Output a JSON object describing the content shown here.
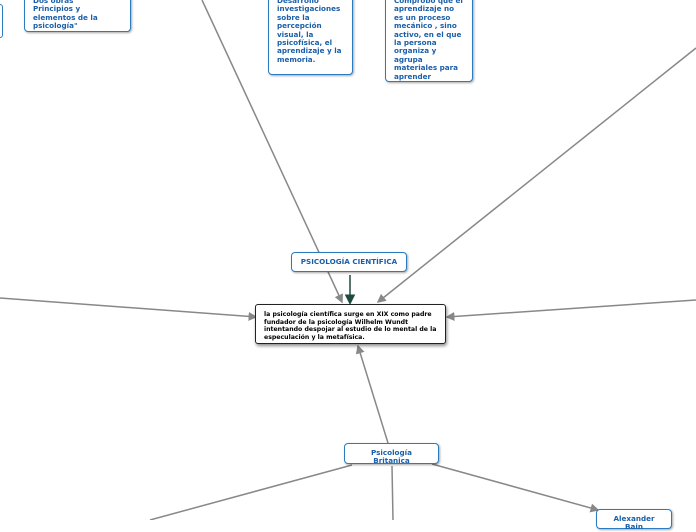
{
  "central": {
    "text": "la psicología científica surge en XIX como padre fundador de la psicología  Wilhelm Wundt intentando despojar al estudio de lo mental de la especulación y la metafísica."
  },
  "topics": {
    "psicologia_cientifica": "PSICOLOGÍA CIENTÍFICA",
    "psicologia_britanica": "Psicología Britanica",
    "alexander_bain": "Alexander Bain"
  },
  "notes": {
    "dos_obras": "Dos obras \" Principios y elementos de la psicología\"",
    "desarrollo": "Desarrollo investigaciones sobre la percepción visual, la psicofísica, el aprendizaje y la memoria.",
    "comprobo": "Comprobó que el aprendizaje no es un proceso mecánico , sino activo, en el que la persona organiza y agrupa materiales para aprender"
  },
  "colors": {
    "node_border": "#2a7bbf",
    "node_text": "#1a5fa8",
    "line": "#888888",
    "central_arrow": "#1f4a40"
  }
}
